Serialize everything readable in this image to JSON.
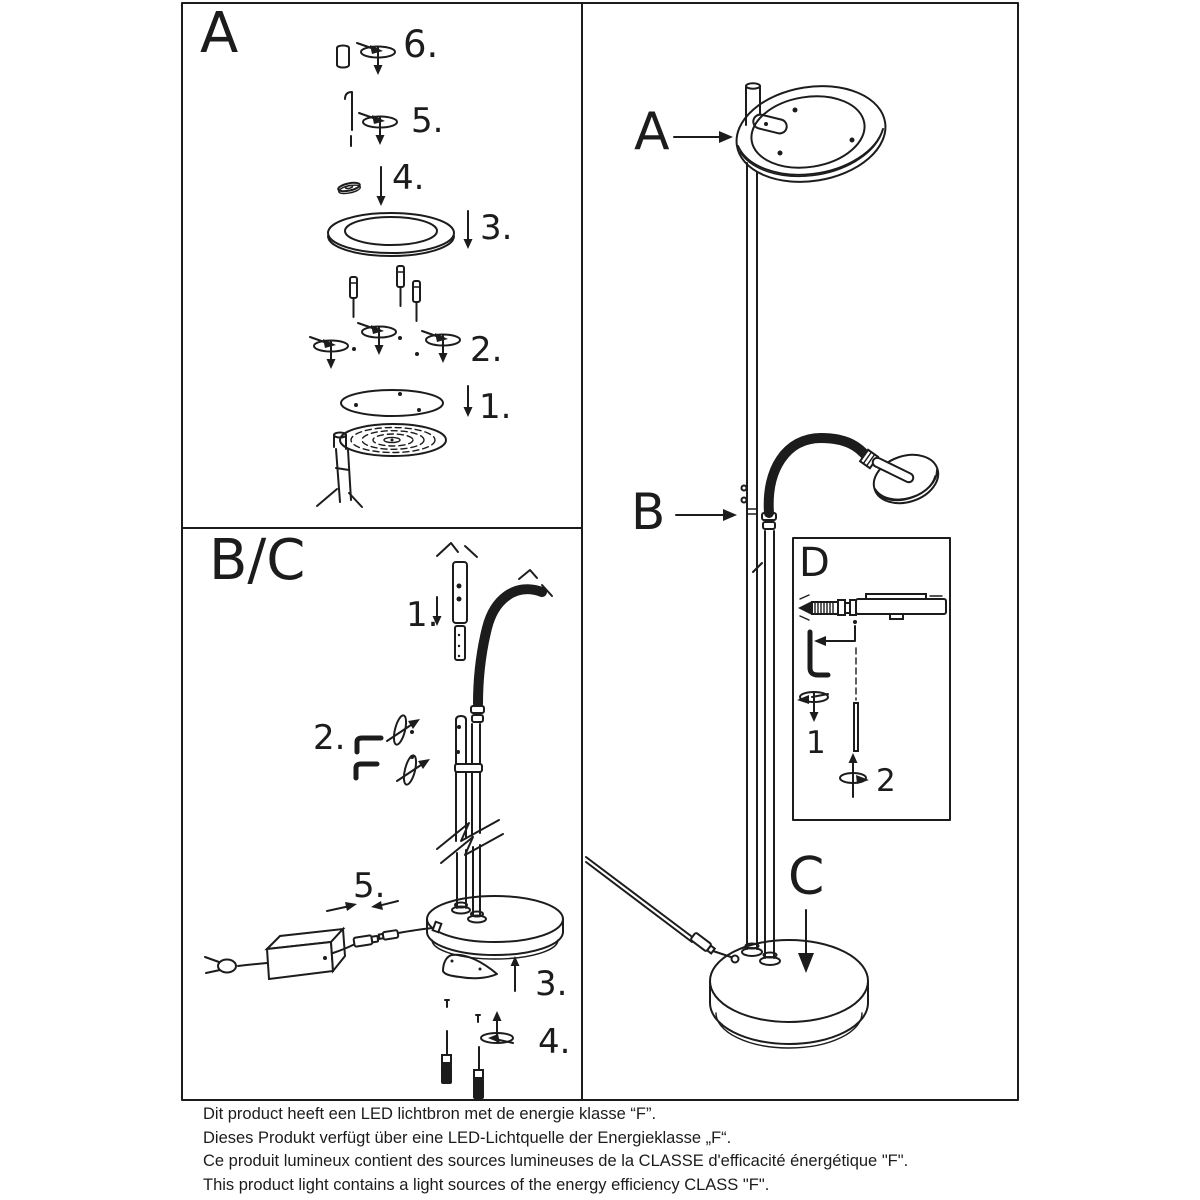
{
  "ink_color": "#1c1c1c",
  "panel_a": {
    "label": "A",
    "step_1": "1.",
    "step_2": "2.",
    "step_3": "3.",
    "step_4": "4.",
    "step_5": "5.",
    "step_6": "6."
  },
  "panel_bc": {
    "label": "B/C",
    "step_1": "1.",
    "step_2": "2.",
    "step_3": "3.",
    "step_4": "4.",
    "step_5": "5."
  },
  "overview": {
    "callout_a": "A",
    "callout_b": "B",
    "callout_c": "C"
  },
  "inset_d": {
    "label": "D",
    "step_1": "1",
    "step_2": "2"
  },
  "footer": {
    "lines": [
      "Dit product heeft een LED lichtbron met de energie klasse “F”.",
      "Dieses Produkt verfügt über eine LED-Lichtquelle der Energieklasse „F“.",
      "Ce produit lumineux contient des sources lumineuses de la CLASSE d'efficacité énergétique \"F\".",
      "This product light contains a light sources of the energy efficiency CLASS \"F\"."
    ]
  }
}
